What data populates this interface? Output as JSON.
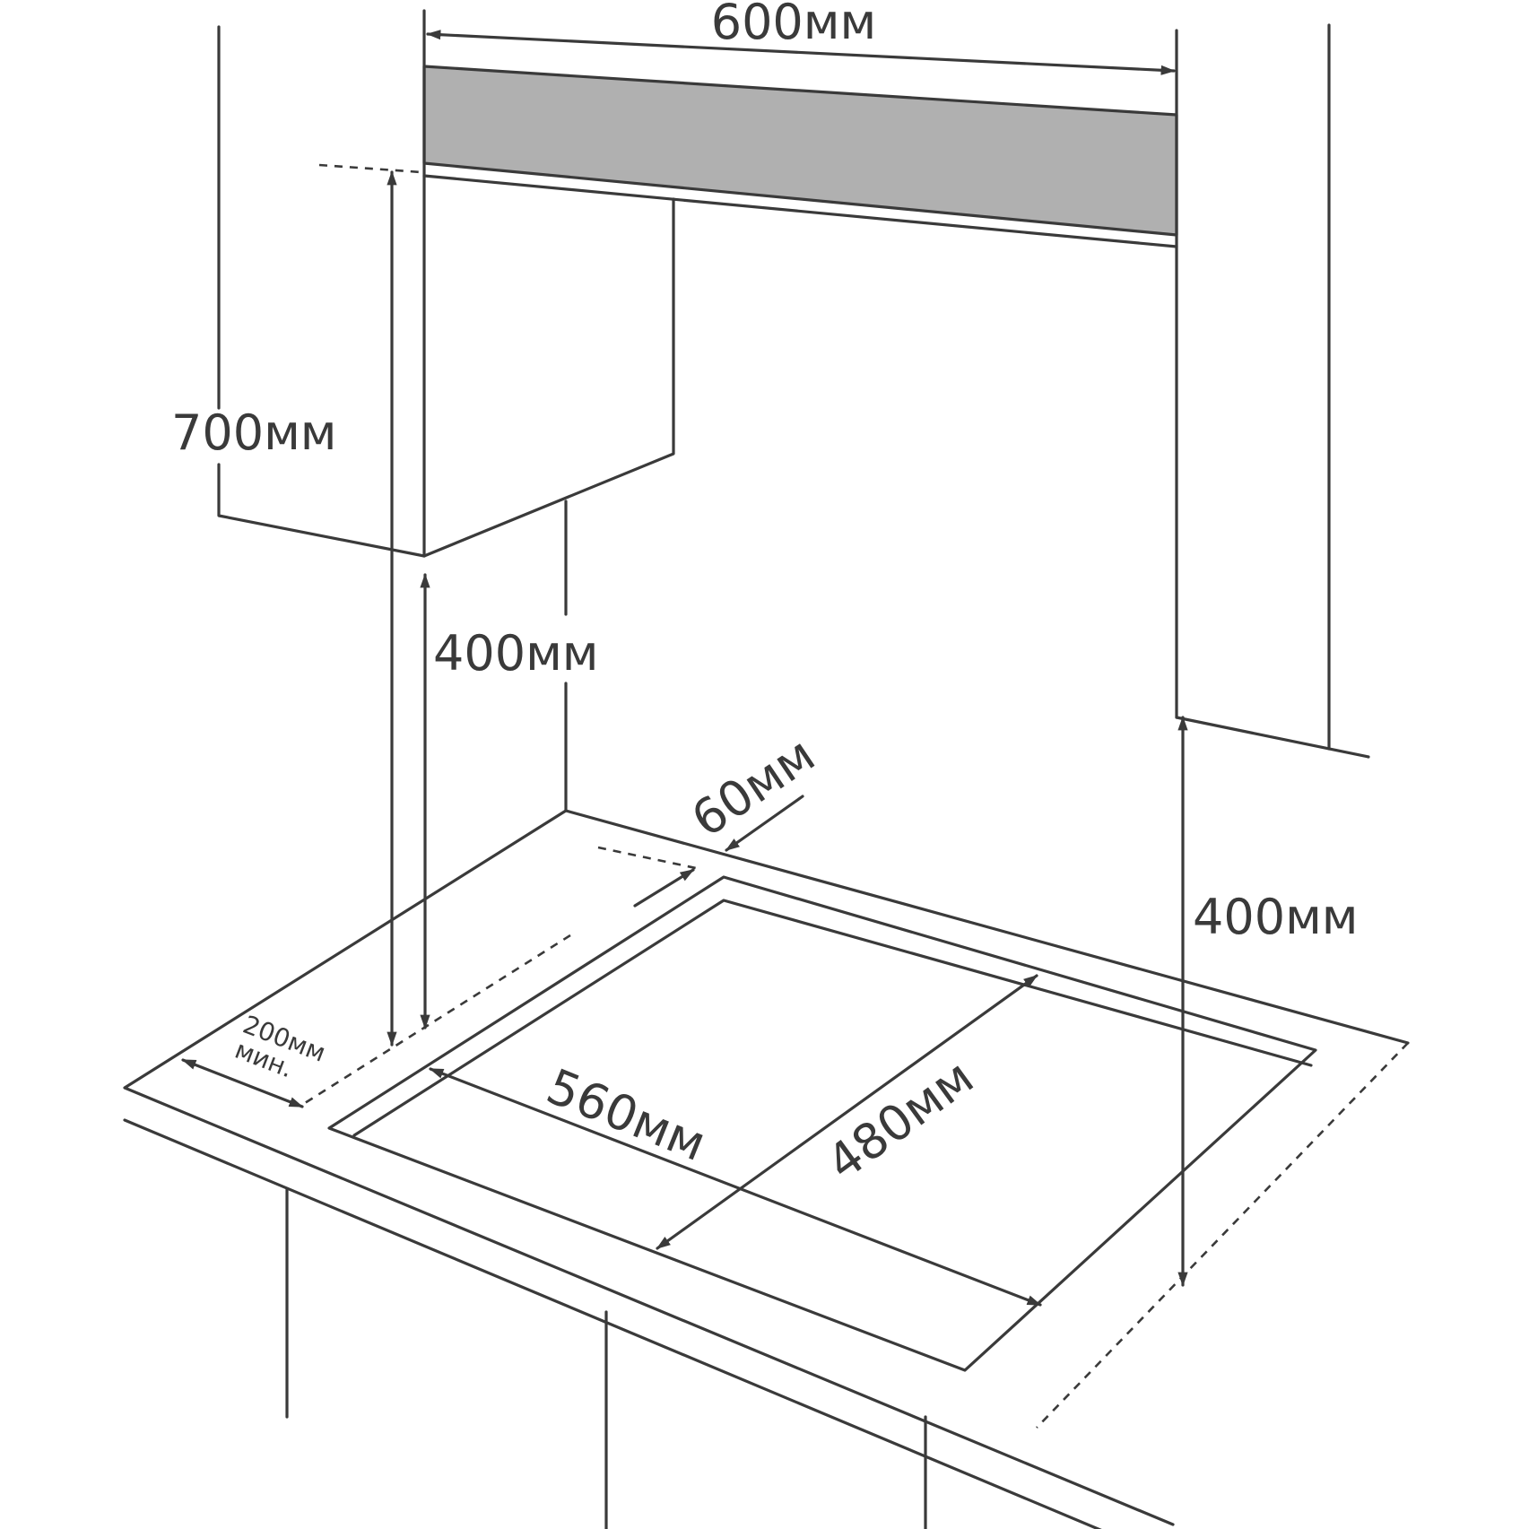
{
  "diagram": {
    "dimensions": {
      "hood_width": "600мм",
      "hood_height_from_hob": "700мм",
      "left_clearance_height": "400мм",
      "right_clearance_height": "400мм",
      "rear_gap": "60мм",
      "cutout_width": "560мм",
      "cutout_depth": "480мм",
      "side_clearance_value": "200мм",
      "side_clearance_suffix": "мин."
    },
    "colors": {
      "line": "#3a3a3a",
      "hood_fill": "#b0b0b0",
      "background": "#ffffff"
    }
  }
}
